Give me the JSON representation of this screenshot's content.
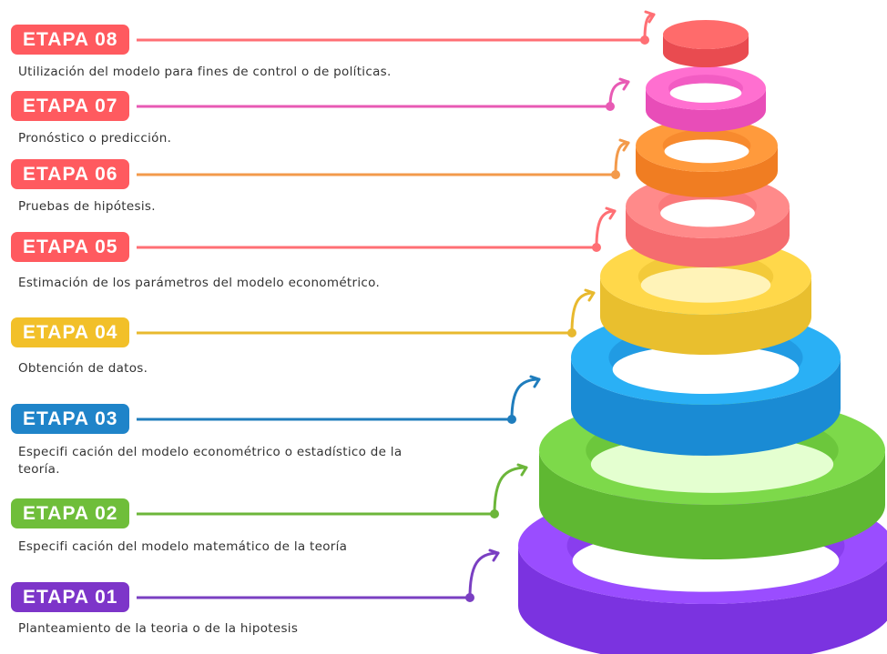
{
  "stages": [
    {
      "label": "ETAPA 08",
      "description": "Utilización del modelo para fines de control o de políticas.",
      "color": "#ff5a5f",
      "line_color": "#ff6f74",
      "ring_top": "#ff6b6b",
      "ring_side": "#e94b50",
      "ring_hole": "#ff8f8f"
    },
    {
      "label": "ETAPA 07",
      "description": "Pronóstico o predicción.",
      "color": "#ff5a5f",
      "line_color": "#e85ab4",
      "ring_top": "#ff6fd0",
      "ring_side": "#e84db8",
      "ring_hole": "#ffffff"
    },
    {
      "label": "ETAPA 06",
      "description": "Pruebas de hipótesis.",
      "color": "#ff5a5f",
      "line_color": "#f39a4b",
      "ring_top": "#ff9a3c",
      "ring_side": "#f07d22",
      "ring_hole": "#ffffff"
    },
    {
      "label": "ETAPA 05",
      "description": "Estimación de los parámetros del modelo econométrico.",
      "color": "#ff5a5f",
      "line_color": "#ff6f74",
      "ring_top": "#ff8a8a",
      "ring_side": "#f56c6f",
      "ring_hole": "#ffffff"
    },
    {
      "label": "ETAPA 04",
      "description": "Obtención de datos.",
      "color": "#f2c029",
      "line_color": "#e8b92e",
      "ring_top": "#ffd84a",
      "ring_side": "#e9bf2e",
      "ring_hole": "#fff3b8"
    },
    {
      "label": "ETAPA 03",
      "description": "Especifi cación del modelo econométrico o estadístico de la teoría.",
      "color": "#1f84c9",
      "line_color": "#1f7dbd",
      "ring_top": "#2ab0f5",
      "ring_side": "#1a8bd4",
      "ring_hole": "#ffffff"
    },
    {
      "label": "ETAPA 02",
      "description": "Especifi cación del modelo matemático de la teoría",
      "color": "#6fbe3a",
      "line_color": "#6cb63a",
      "ring_top": "#7dd94a",
      "ring_side": "#5fb832",
      "ring_hole": "#e4ffd0"
    },
    {
      "label": "ETAPA 01",
      "description": "Planteamiento de la teoria o de la hipotesis",
      "color": "#7d35c9",
      "line_color": "#7a3fc2",
      "ring_top": "#9a4dff",
      "ring_side": "#7b33e0",
      "ring_hole": "#ffffff"
    }
  ]
}
